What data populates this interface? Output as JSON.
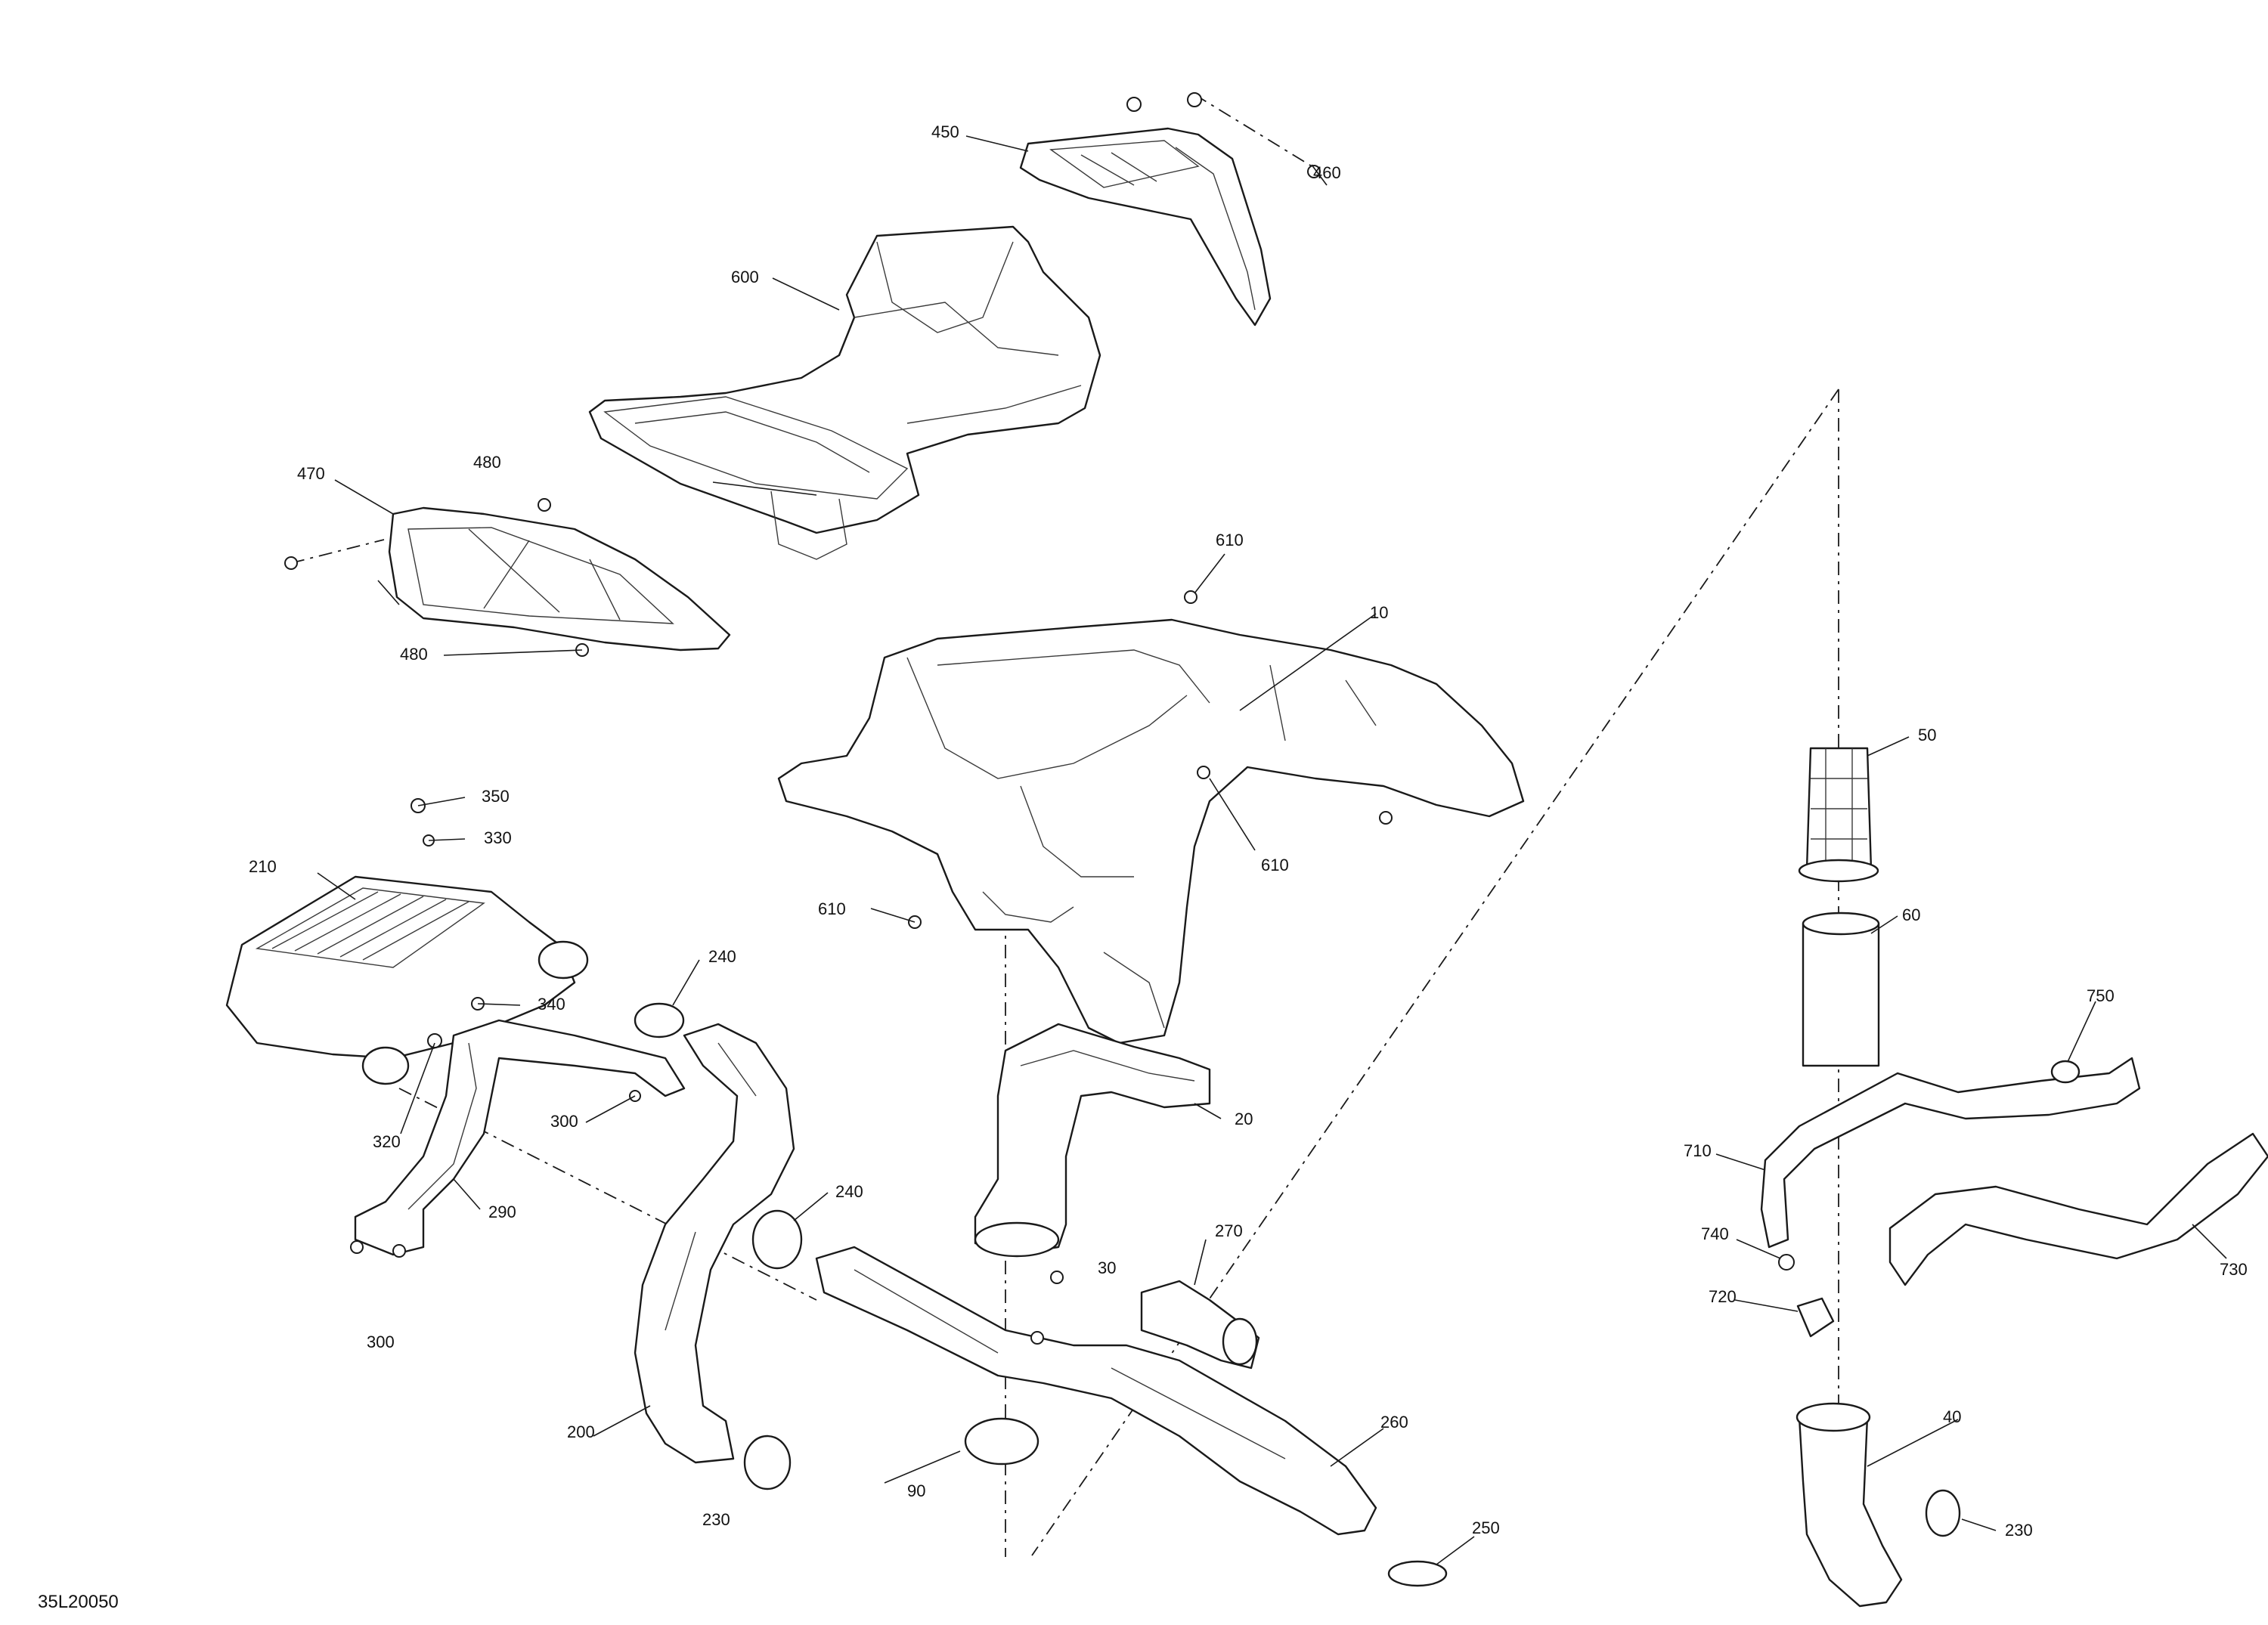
{
  "reference_code": "35L20050",
  "callouts": {
    "c450": "450",
    "c460": "460",
    "c600": "600",
    "c470": "470",
    "c480a": "480",
    "c480b": "480",
    "c610a": "610",
    "c10": "10",
    "c610b": "610",
    "c610c": "610",
    "c350": "350",
    "c330": "330",
    "c210": "210",
    "c240a": "240",
    "c340": "340",
    "c300a": "300",
    "c320": "320",
    "c290": "290",
    "c300b": "300",
    "c20": "20",
    "c240b": "240",
    "c270": "270",
    "c30": "30",
    "c200": "200",
    "c230a": "230",
    "c90": "90",
    "c260": "260",
    "c250": "250",
    "c50": "50",
    "c60": "60",
    "c750": "750",
    "c710": "710",
    "c730": "730",
    "c740": "740",
    "c720": "720",
    "c40": "40",
    "c230b": "230"
  }
}
